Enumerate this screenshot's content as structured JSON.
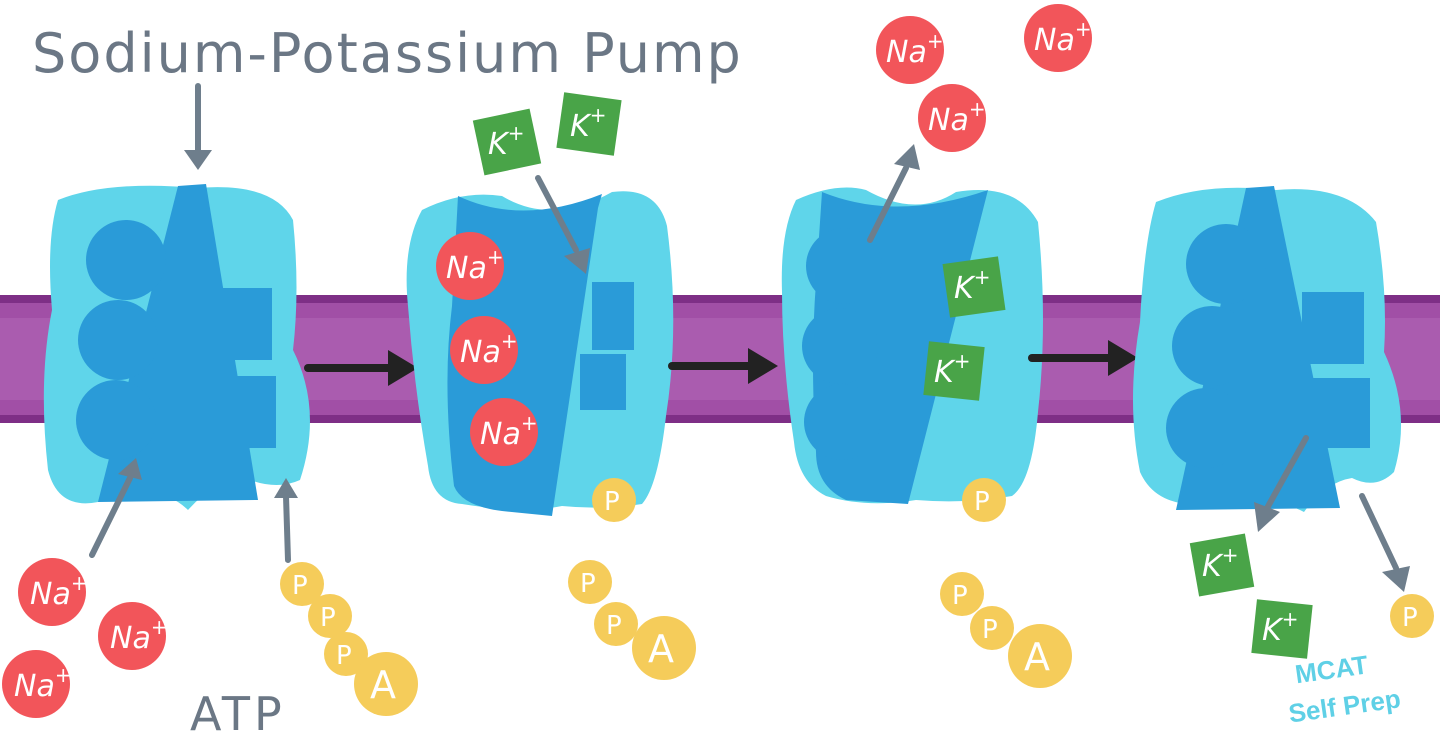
{
  "title": "Sodium-Potassium Pump",
  "atp_label": "ATP",
  "watermark": {
    "line1": "MCAT",
    "line2": "Self Prep"
  },
  "ions": {
    "sodium_label": "Na",
    "potassium_label": "K",
    "charge": "+",
    "phosphate_label": "P",
    "adenosine_label": "A"
  },
  "colors": {
    "membrane": "#a14fa6",
    "membrane_edge": "#7e2f86",
    "pump_light": "#5fd5ea",
    "pump_dark": "#2a9bd8",
    "sodium": "#f2555a",
    "potassium": "#49a448",
    "phosphate": "#f5cc5a",
    "arrow": "#6e7e8c",
    "step_arrow": "#222222"
  }
}
